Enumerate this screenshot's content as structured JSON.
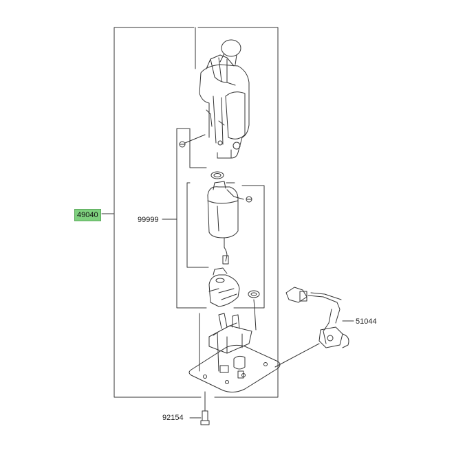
{
  "callouts": {
    "part_49040": "49040",
    "part_99999": "99999",
    "part_51044": "51044",
    "part_92154": "92154"
  },
  "colors": {
    "highlight": "#7ed07e",
    "line": "#333333"
  },
  "highlighted_part": "49040"
}
